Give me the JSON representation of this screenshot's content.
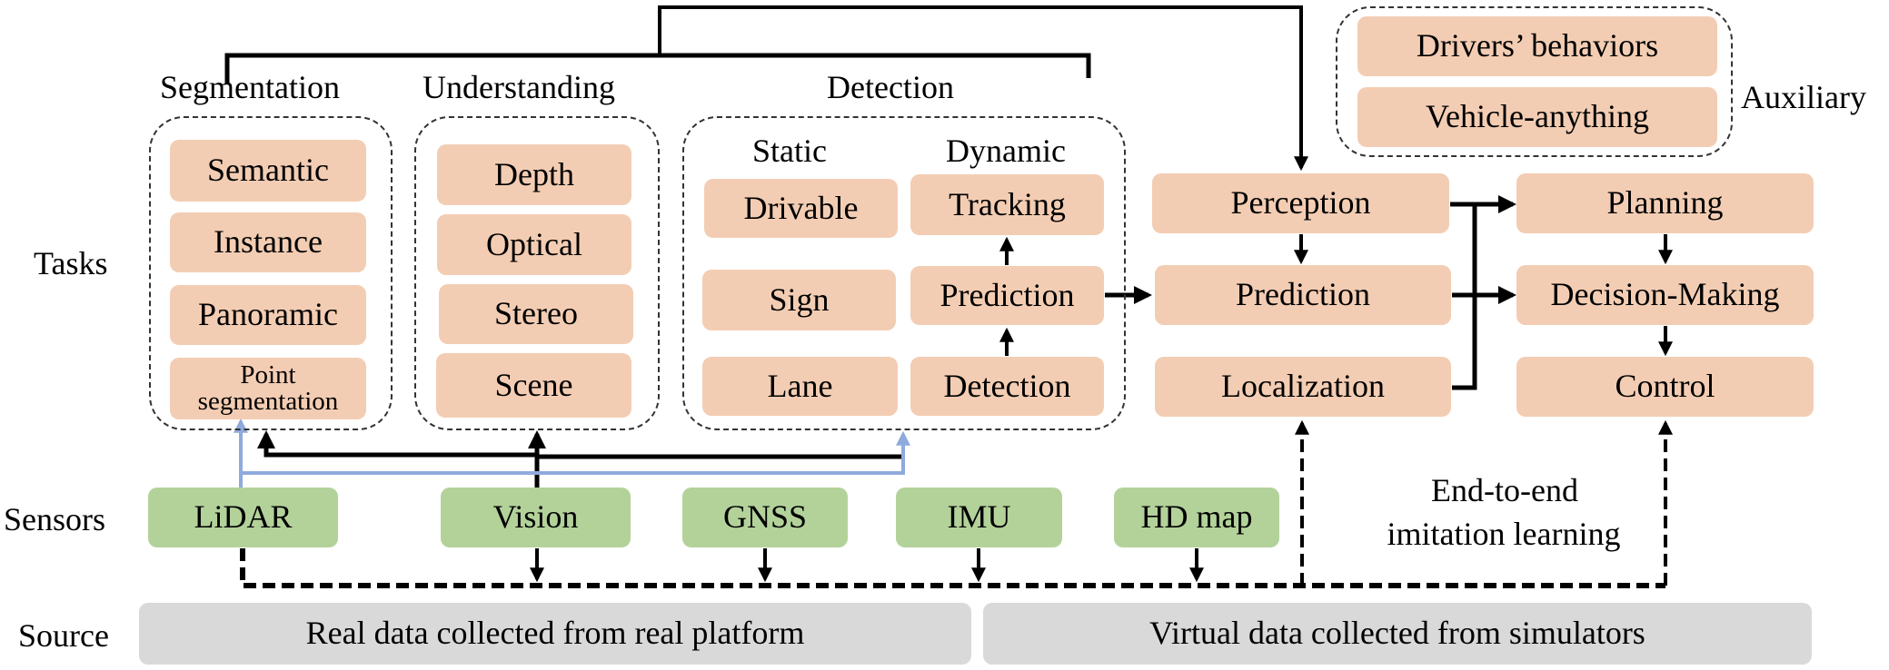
{
  "rows": {
    "tasks": "Tasks",
    "sensors": "Sensors",
    "source": "Source"
  },
  "groups": {
    "segmentation": {
      "title": "Segmentation",
      "items": [
        "Semantic",
        "Instance",
        "Panoramic",
        "Point segmentation"
      ]
    },
    "understanding": {
      "title": "Understanding",
      "items": [
        "Depth",
        "Optical",
        "Stereo",
        "Scene"
      ]
    },
    "detection": {
      "title": "Detection",
      "static_label": "Static",
      "dynamic_label": "Dynamic",
      "static_items": [
        "Drivable",
        "Sign",
        "Lane"
      ],
      "dynamic_items": [
        "Tracking",
        "Prediction",
        "Detection"
      ]
    },
    "auxiliary": {
      "title": "Auxiliary",
      "items": [
        "Drivers’ behaviors",
        "Vehicle-anything"
      ]
    }
  },
  "pipeline": {
    "stage1": [
      "Perception",
      "Prediction",
      "Localization"
    ],
    "stage2": [
      "Planning",
      "Decision-Making",
      "Control"
    ]
  },
  "sensors": [
    "LiDAR",
    "Vision",
    "GNSS",
    "IMU",
    "HD map"
  ],
  "end_to_end": {
    "line1": "End-to-end",
    "line2": "imitation learning"
  },
  "sources": {
    "real": "Real data collected from real platform",
    "virtual": "Virtual data collected from simulators"
  },
  "colors": {
    "task_box": "#f3cdb3",
    "sensor_box": "#b3d29a",
    "source_box": "#d9d9d9",
    "lidar_link": "#8faadc",
    "arrow": "#000000"
  }
}
